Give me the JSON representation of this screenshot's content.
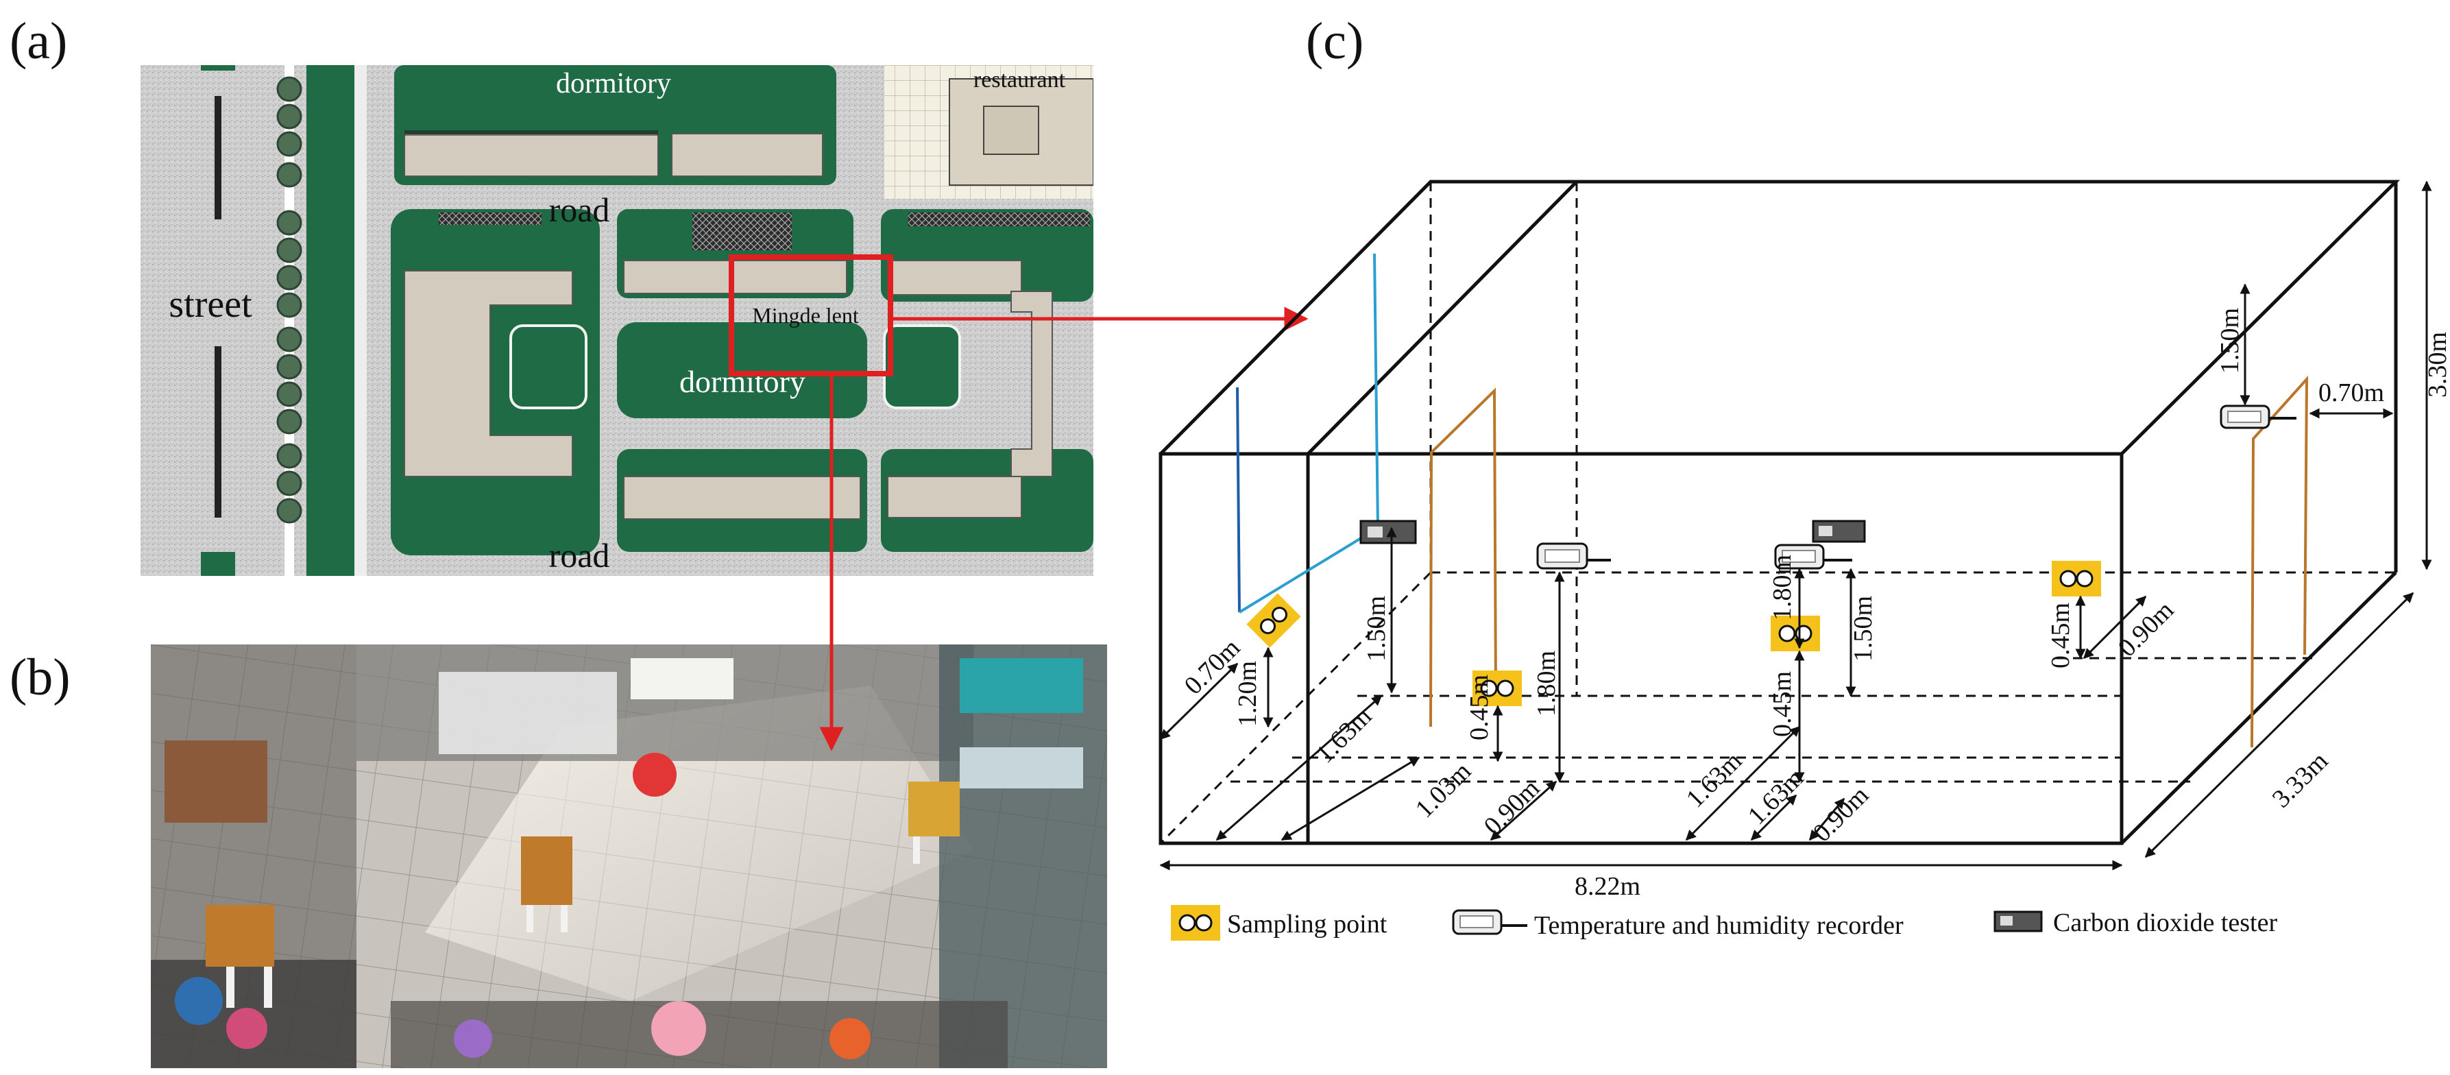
{
  "panels": {
    "a": "(a)",
    "b": "(b)",
    "c": "(c)"
  },
  "map": {
    "street": "street",
    "road_top": "road",
    "road_bottom": "road",
    "dormitory_top": "dormitory",
    "dormitory_center": "dormitory",
    "restaurant": "restaurant",
    "room": "Mingde lent"
  },
  "dimensions": {
    "left_wall_70": "0.70m",
    "height_120": "1.20m",
    "height_150_left": "1.50m",
    "dist_163_a": "1.63m",
    "height_045_a": "0.45m",
    "dist_103": "1.03m",
    "height_180_a": "1.80m",
    "dist_090_a": "0.90m",
    "height_180_b": "1.80m",
    "height_045_b": "0.45m",
    "height_150_mid": "1.50m",
    "dist_163_b": "1.63m",
    "dist_163_c": "1.63m",
    "dist_090_b": "0.90m",
    "height_045_c": "0.45m",
    "dist_090_c": "0.90m",
    "top_150": "1.50m",
    "top_070": "0.70m",
    "room_height": "3.30m",
    "room_depth": "3.33m",
    "room_length": "8.22m"
  },
  "legend": {
    "sampling": "Sampling point",
    "recorder": "Temperature and humidity recorder",
    "co2": "Carbon dioxide tester"
  },
  "colors": {
    "map_green": "#1f6b45",
    "building": "#d3cbbd",
    "highlight": "#e02020",
    "sampling": "#f4c21a",
    "pole_orange": "#b8772a",
    "pole_blue": "#2b9fd1",
    "arrow": "#e02020"
  }
}
